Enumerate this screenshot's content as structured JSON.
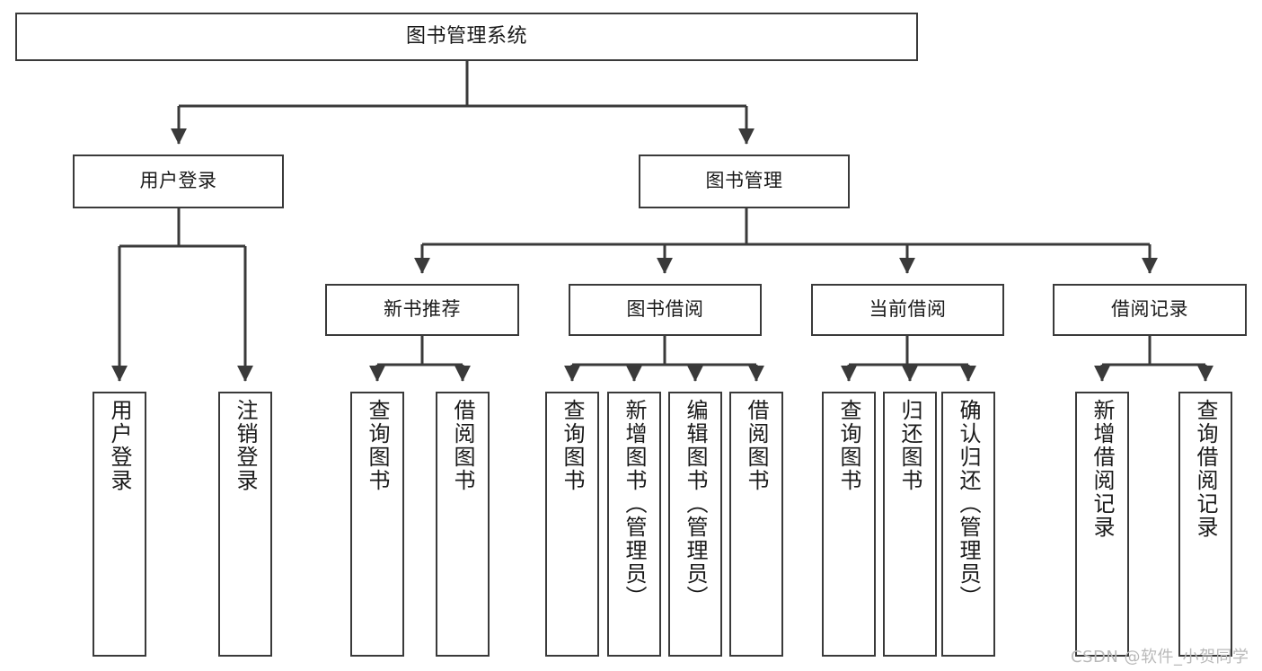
{
  "diagram": {
    "type": "tree",
    "title": "图书管理系统",
    "orientation": "top-down",
    "line_color": "#3a3a3a",
    "box_fill": "#ffffff",
    "text_color": "#1a1a1a"
  },
  "nodes": {
    "root": {
      "label": "图书管理系统"
    },
    "level2": [
      {
        "label": "用户登录"
      },
      {
        "label": "图书管理"
      }
    ],
    "level3": [
      {
        "label": "新书推荐"
      },
      {
        "label": "图书借阅"
      },
      {
        "label": "当前借阅"
      },
      {
        "label": "借阅记录"
      }
    ],
    "leaves": {
      "user_login": [
        {
          "label": "用户登录"
        },
        {
          "label": "注销登录"
        }
      ],
      "new_book_recommend": [
        {
          "label": "查询图书"
        },
        {
          "label": "借阅图书"
        }
      ],
      "book_borrow": [
        {
          "label": "查询图书"
        },
        {
          "label": "新增图书（管理员）"
        },
        {
          "label": "编辑图书（管理员）"
        },
        {
          "label": "借阅图书"
        }
      ],
      "current_borrow": [
        {
          "label": "查询图书"
        },
        {
          "label": "归还图书"
        },
        {
          "label": "确认归还（管理员）"
        }
      ],
      "borrow_record": [
        {
          "label": "新增借阅记录"
        },
        {
          "label": "查询借阅记录"
        }
      ]
    }
  },
  "watermark": {
    "text": "CSDN @软件_小贺同学"
  }
}
